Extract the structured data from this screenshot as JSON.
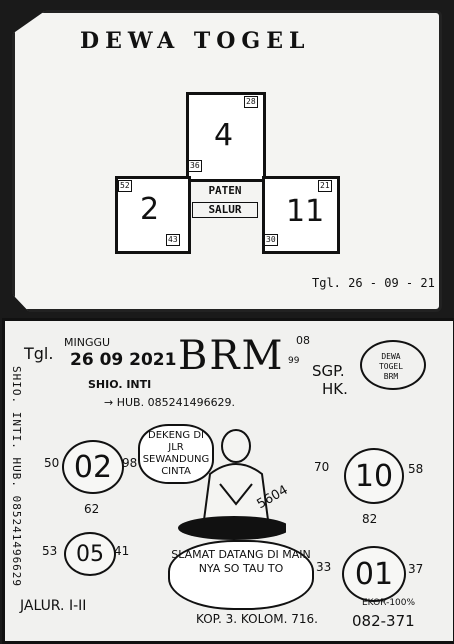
{
  "top": {
    "title": "DEWA TOGEL",
    "top_box": {
      "number": "4",
      "corner_tr": "28",
      "corner_bl": "36"
    },
    "left_box": {
      "number": "2",
      "corner_tl": "52",
      "corner_br": "43"
    },
    "right_box": {
      "number": "11",
      "corner_tr": "21",
      "corner_bl": "30"
    },
    "paten_line1": "PATEN",
    "paten_line2": "SALUR",
    "date": "Tgl. 26 - 09 - 21"
  },
  "bottom": {
    "tgl_label": "Tgl.",
    "day": "MINGGU",
    "date": "26 09 2021",
    "brm": "BRM",
    "brm_sup": "08",
    "brm_sub": "99",
    "market_sgp": "SGP.",
    "market_hk": "HK.",
    "shio": "SHIO. INTI",
    "hub": "→ HUB. 085241496629.",
    "vertical_hub": "SHIO. INTI. HUB. 085241496629",
    "stamp": "DEWA TOGEL BRM",
    "bubble_top": "DEKENG DI JLR SEWANDUNG CINTA",
    "bubble_bottom": "SLAMAT DATANG DI MAIN NYA SO TAU TO",
    "circle_02": {
      "value": "02",
      "left": "50",
      "right": "98",
      "below": "62"
    },
    "circle_05": {
      "value": "05",
      "left": "53",
      "right": "41"
    },
    "circle_10": {
      "value": "10",
      "left": "70",
      "right": "58",
      "below": "82"
    },
    "circle_01": {
      "value": "01",
      "left": "33",
      "right": "37"
    },
    "number_5604": "5604",
    "jalur": "JALUR. I-II",
    "kop": "KOP. 3. KOLOM. 716.",
    "ekor": "EKOR-100%",
    "ekor_value": "082-371"
  }
}
